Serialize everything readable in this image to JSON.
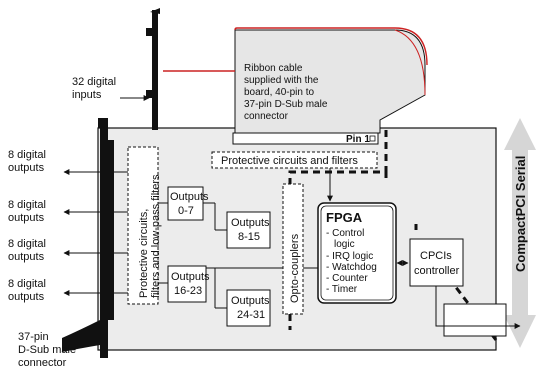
{
  "inputs_label": [
    "32 digital",
    "inputs"
  ],
  "ribbon_text": [
    "Ribbon cable",
    "supplied with the",
    "board, 40-pin to",
    "37-pin D-Sub male",
    "connector"
  ],
  "pin1_label": "Pin 1",
  "protective_top": "Protective circuits and filters",
  "output_groups": [
    [
      "8 digital",
      "outputs"
    ],
    [
      "8 digital",
      "outputs"
    ],
    [
      "8 digital",
      "outputs"
    ],
    [
      "8 digital",
      "outputs"
    ]
  ],
  "protective_filters": [
    "Protective circuits,",
    "filters and low-pass filters"
  ],
  "outputs_boxes": [
    [
      "Outputs",
      "0-7"
    ],
    [
      "Outputs",
      "8-15"
    ],
    [
      "Outputs",
      "16-23"
    ],
    [
      "Outputs",
      "24-31"
    ]
  ],
  "opto": "Opto-couplers",
  "fpga": {
    "title": "FPGA",
    "items": [
      "- Control",
      "  logic",
      "- IRQ logic",
      "- Watchdog",
      "- Counter",
      "- Timer"
    ]
  },
  "cpci_controller": [
    "CPCIs",
    "controller"
  ],
  "bus_label": "CompactPCI Serial",
  "connector_label": [
    "37-pin",
    "D-Sub male",
    "connector"
  ],
  "colors": {
    "board_fill": "#ececec",
    "ribbon_fill": "#e6e6e6",
    "ribbon_edge": "#cc2222",
    "bus_arrow": "#d6d6d6"
  }
}
